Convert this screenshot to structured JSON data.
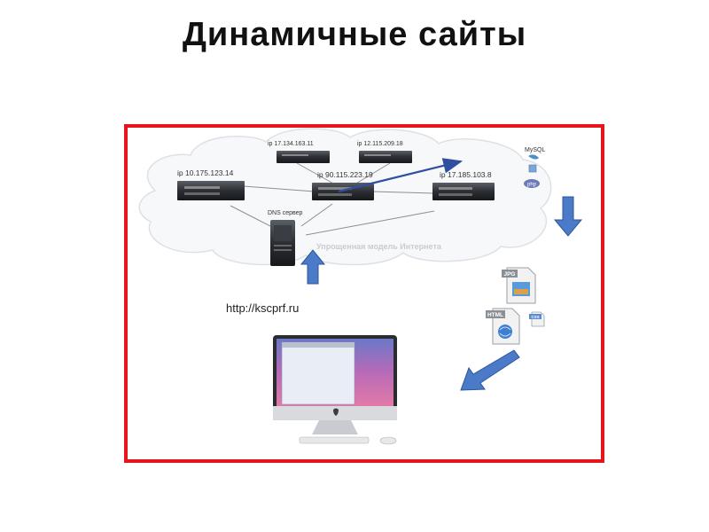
{
  "title": "Динамичные сайты",
  "diagram": {
    "servers": [
      {
        "ip": "ip 17.134.163.11"
      },
      {
        "ip": "ip 12.115.209.18"
      },
      {
        "ip": "ip 10.175.123.14"
      },
      {
        "ip": "ip 90.115.223.19"
      },
      {
        "ip": "ip 17.185.103.8"
      }
    ],
    "dns_label": "DNS сервер",
    "cloud_caption": "Упрощенная модель Интернета",
    "url": "http://kscprf.ru",
    "server_tech": {
      "mysql": "MySQL",
      "php": "php"
    },
    "files": {
      "jpg": "JPG",
      "html": "HTML",
      "css": "CSS"
    }
  },
  "colors": {
    "frame": "#e8141c",
    "arrow": "#4a7ac8",
    "arrow_outline": "#2f5597",
    "network_arrow": "#2f4fa0"
  }
}
